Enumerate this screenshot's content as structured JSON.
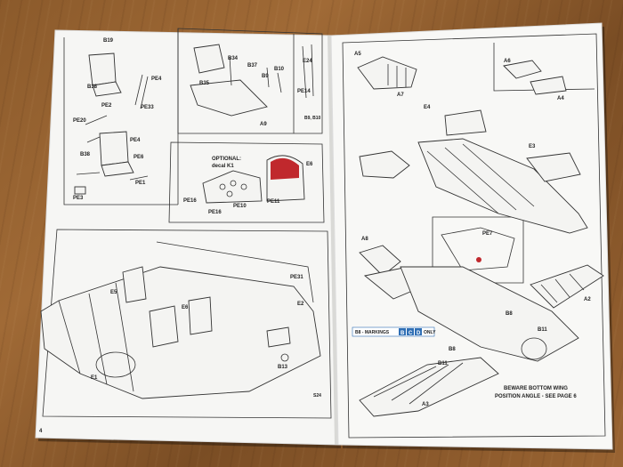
{
  "left_page": {
    "number": "4",
    "labels": {
      "b19": "B19",
      "b38a": "B38",
      "pe4a": "PE4",
      "pe2": "PE2",
      "pe33": "PE33",
      "pe20": "PE20",
      "b38b": "B38",
      "pe4b": "PE4",
      "pe6": "PE6",
      "pe1": "PE1",
      "pe3": "PE3",
      "b34": "B34",
      "b35": "B35",
      "b37": "B37",
      "b9": "B9",
      "b10": "B10",
      "e24": "E24",
      "pe14": "PE14",
      "a9": "A9",
      "b9b10": "B9, B10",
      "optional": "OPTIONAL:",
      "decal": "decal K1",
      "e6a": "E6",
      "pe16a": "PE16",
      "pe16b": "PE16",
      "pe10": "PE10",
      "pe11": "PE11",
      "e5": "E5",
      "e6b": "E6",
      "pe31": "PE31",
      "e2": "E2",
      "b13": "B13",
      "e1": "E1",
      "s24": "S24"
    }
  },
  "right_page": {
    "labels": {
      "a5": "A5",
      "a7": "A7",
      "a6": "A6",
      "a4": "A4",
      "e4": "E4",
      "e3": "E3",
      "pe7": "PE7",
      "a8": "A8",
      "b8a": "B8",
      "a2": "A2",
      "b11a": "B11",
      "b8b": "B8",
      "b11b": "B11",
      "a3": "A3"
    },
    "markings_bar": {
      "prefix": "B8 - MARKINGS",
      "letters": [
        "B",
        "C",
        "D"
      ],
      "suffix": "ONLY"
    },
    "warning_line1": "BEWARE BOTTOM WING",
    "warning_line2": "POSITION ANGLE - SEE PAGE 6"
  },
  "colors": {
    "wood": "#8b5a2b",
    "paper": "#f6f6f4",
    "accent_red": "#c0282d",
    "markings_blue": "#2f6fb5"
  }
}
